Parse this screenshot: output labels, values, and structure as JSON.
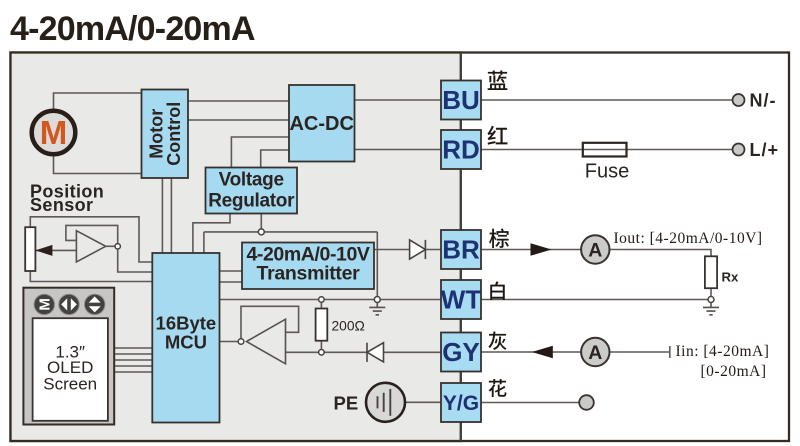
{
  "title": "4-20mA/0-20mA",
  "colors": {
    "block_fill": "#a5daf0",
    "panel_gray": "#e9e9e7",
    "terminal_text": "#1d3173",
    "motor_letter": "#d2571d",
    "wire": "#5f5856"
  },
  "blocks": {
    "motor": {
      "label": "M"
    },
    "motor_control": {
      "line1": "Motor",
      "line2": "Control"
    },
    "ac_dc": {
      "label": "AC-DC"
    },
    "voltage_regulator": {
      "line1": "Voltage",
      "line2": "Regulator"
    },
    "transmitter": {
      "line1": "4-20mA/0-10V",
      "line2": "Transmitter"
    },
    "mcu": {
      "line1": "16Byte",
      "line2": "MCU"
    }
  },
  "left_labels": {
    "position_sensor_line1": "Position",
    "position_sensor_line2": "Sensor",
    "oled_line1": "1.3″",
    "oled_line2": "OLED",
    "oled_line3": "Screen"
  },
  "components": {
    "resistor_200": "200Ω",
    "rx": "Rx",
    "fuse": "Fuse",
    "pe": "PE",
    "ammeter": "A"
  },
  "terminals": [
    {
      "code": "BU",
      "cn": "蓝",
      "color": "blue"
    },
    {
      "code": "RD",
      "cn": "红",
      "color": "red"
    },
    {
      "code": "BR",
      "cn": "棕",
      "color": "brown"
    },
    {
      "code": "WT",
      "cn": "白",
      "color": "white"
    },
    {
      "code": "GY",
      "cn": "灰",
      "color": "gray"
    },
    {
      "code": "Y/G",
      "cn": "花",
      "color": "flower"
    }
  ],
  "annotations": {
    "n_wire": "N/-",
    "l_wire": "L/+",
    "iout": "Iout: [4-20mA/0-10V]",
    "iin_line1": "Iin: [4-20mA]",
    "iin_line2": "[0-20mA]"
  }
}
